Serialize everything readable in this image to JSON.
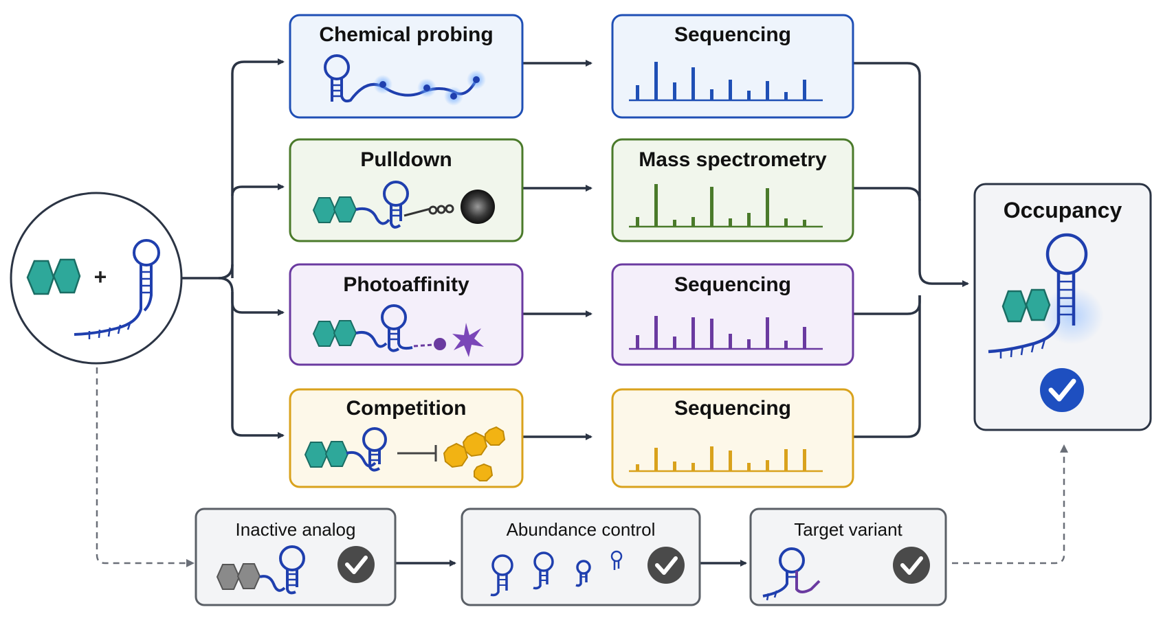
{
  "input": {
    "operator": "+"
  },
  "methods": [
    {
      "name": "Chemical probing",
      "readout": "Sequencing",
      "color": "#1f4fb5",
      "fill": "#eef4fc"
    },
    {
      "name": "Pulldown",
      "readout": "Mass spectrometry",
      "color": "#4a7a2a",
      "fill": "#f1f6ec"
    },
    {
      "name": "Photoaffinity",
      "readout": "Sequencing",
      "color": "#6a3aa0",
      "fill": "#f4effa"
    },
    {
      "name": "Competition",
      "readout": "Sequencing",
      "color": "#d9a21c",
      "fill": "#fdf8e9"
    }
  ],
  "result": {
    "label": "Occupancy"
  },
  "controls": [
    {
      "label": "Inactive analog"
    },
    {
      "label": "Abundance control"
    },
    {
      "label": "Target variant"
    }
  ],
  "colors": {
    "ligand": "#2ea89a",
    "rna": "#1f3fae",
    "dark": "#2b3444",
    "control_border": "#5a5f66",
    "check_gray": "#4a4a4a",
    "check_blue": "#1e4fc0"
  }
}
